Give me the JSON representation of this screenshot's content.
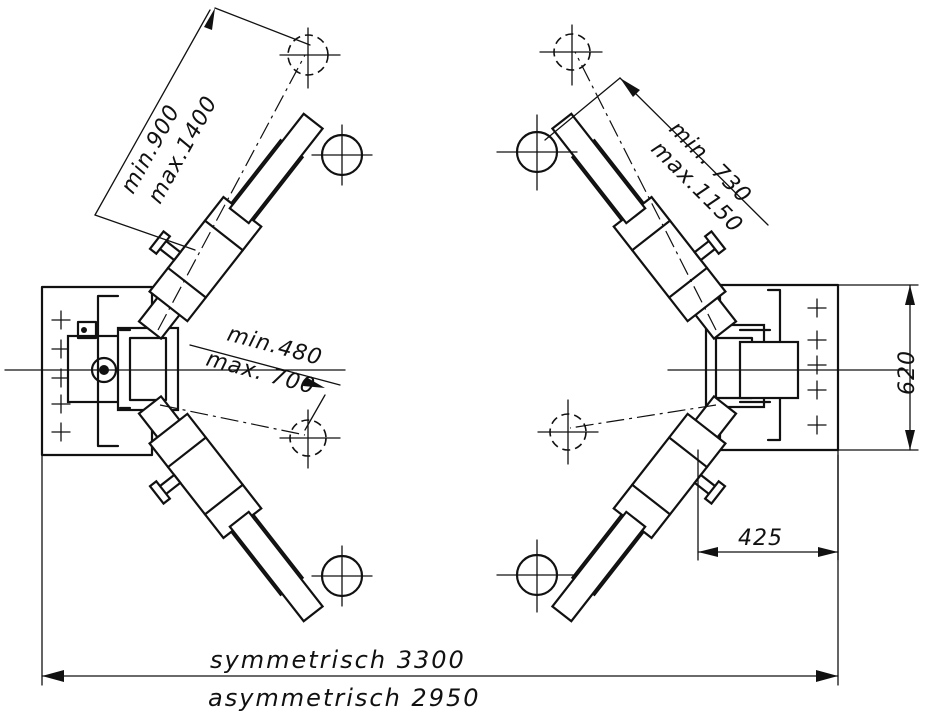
{
  "labels": {
    "left_arm_upper_min": "min.900",
    "left_arm_upper_max": "max.1400",
    "left_arm_lower_min": "min.480",
    "left_arm_lower_max": "max. 700",
    "right_arm_upper_min": "min. 730",
    "right_arm_upper_max": "max.1150",
    "column_depth": "620",
    "column_offset": "425",
    "width_symmetric": "symmetrisch 3300",
    "width_asymmetric": "asymmetrisch 2950"
  }
}
